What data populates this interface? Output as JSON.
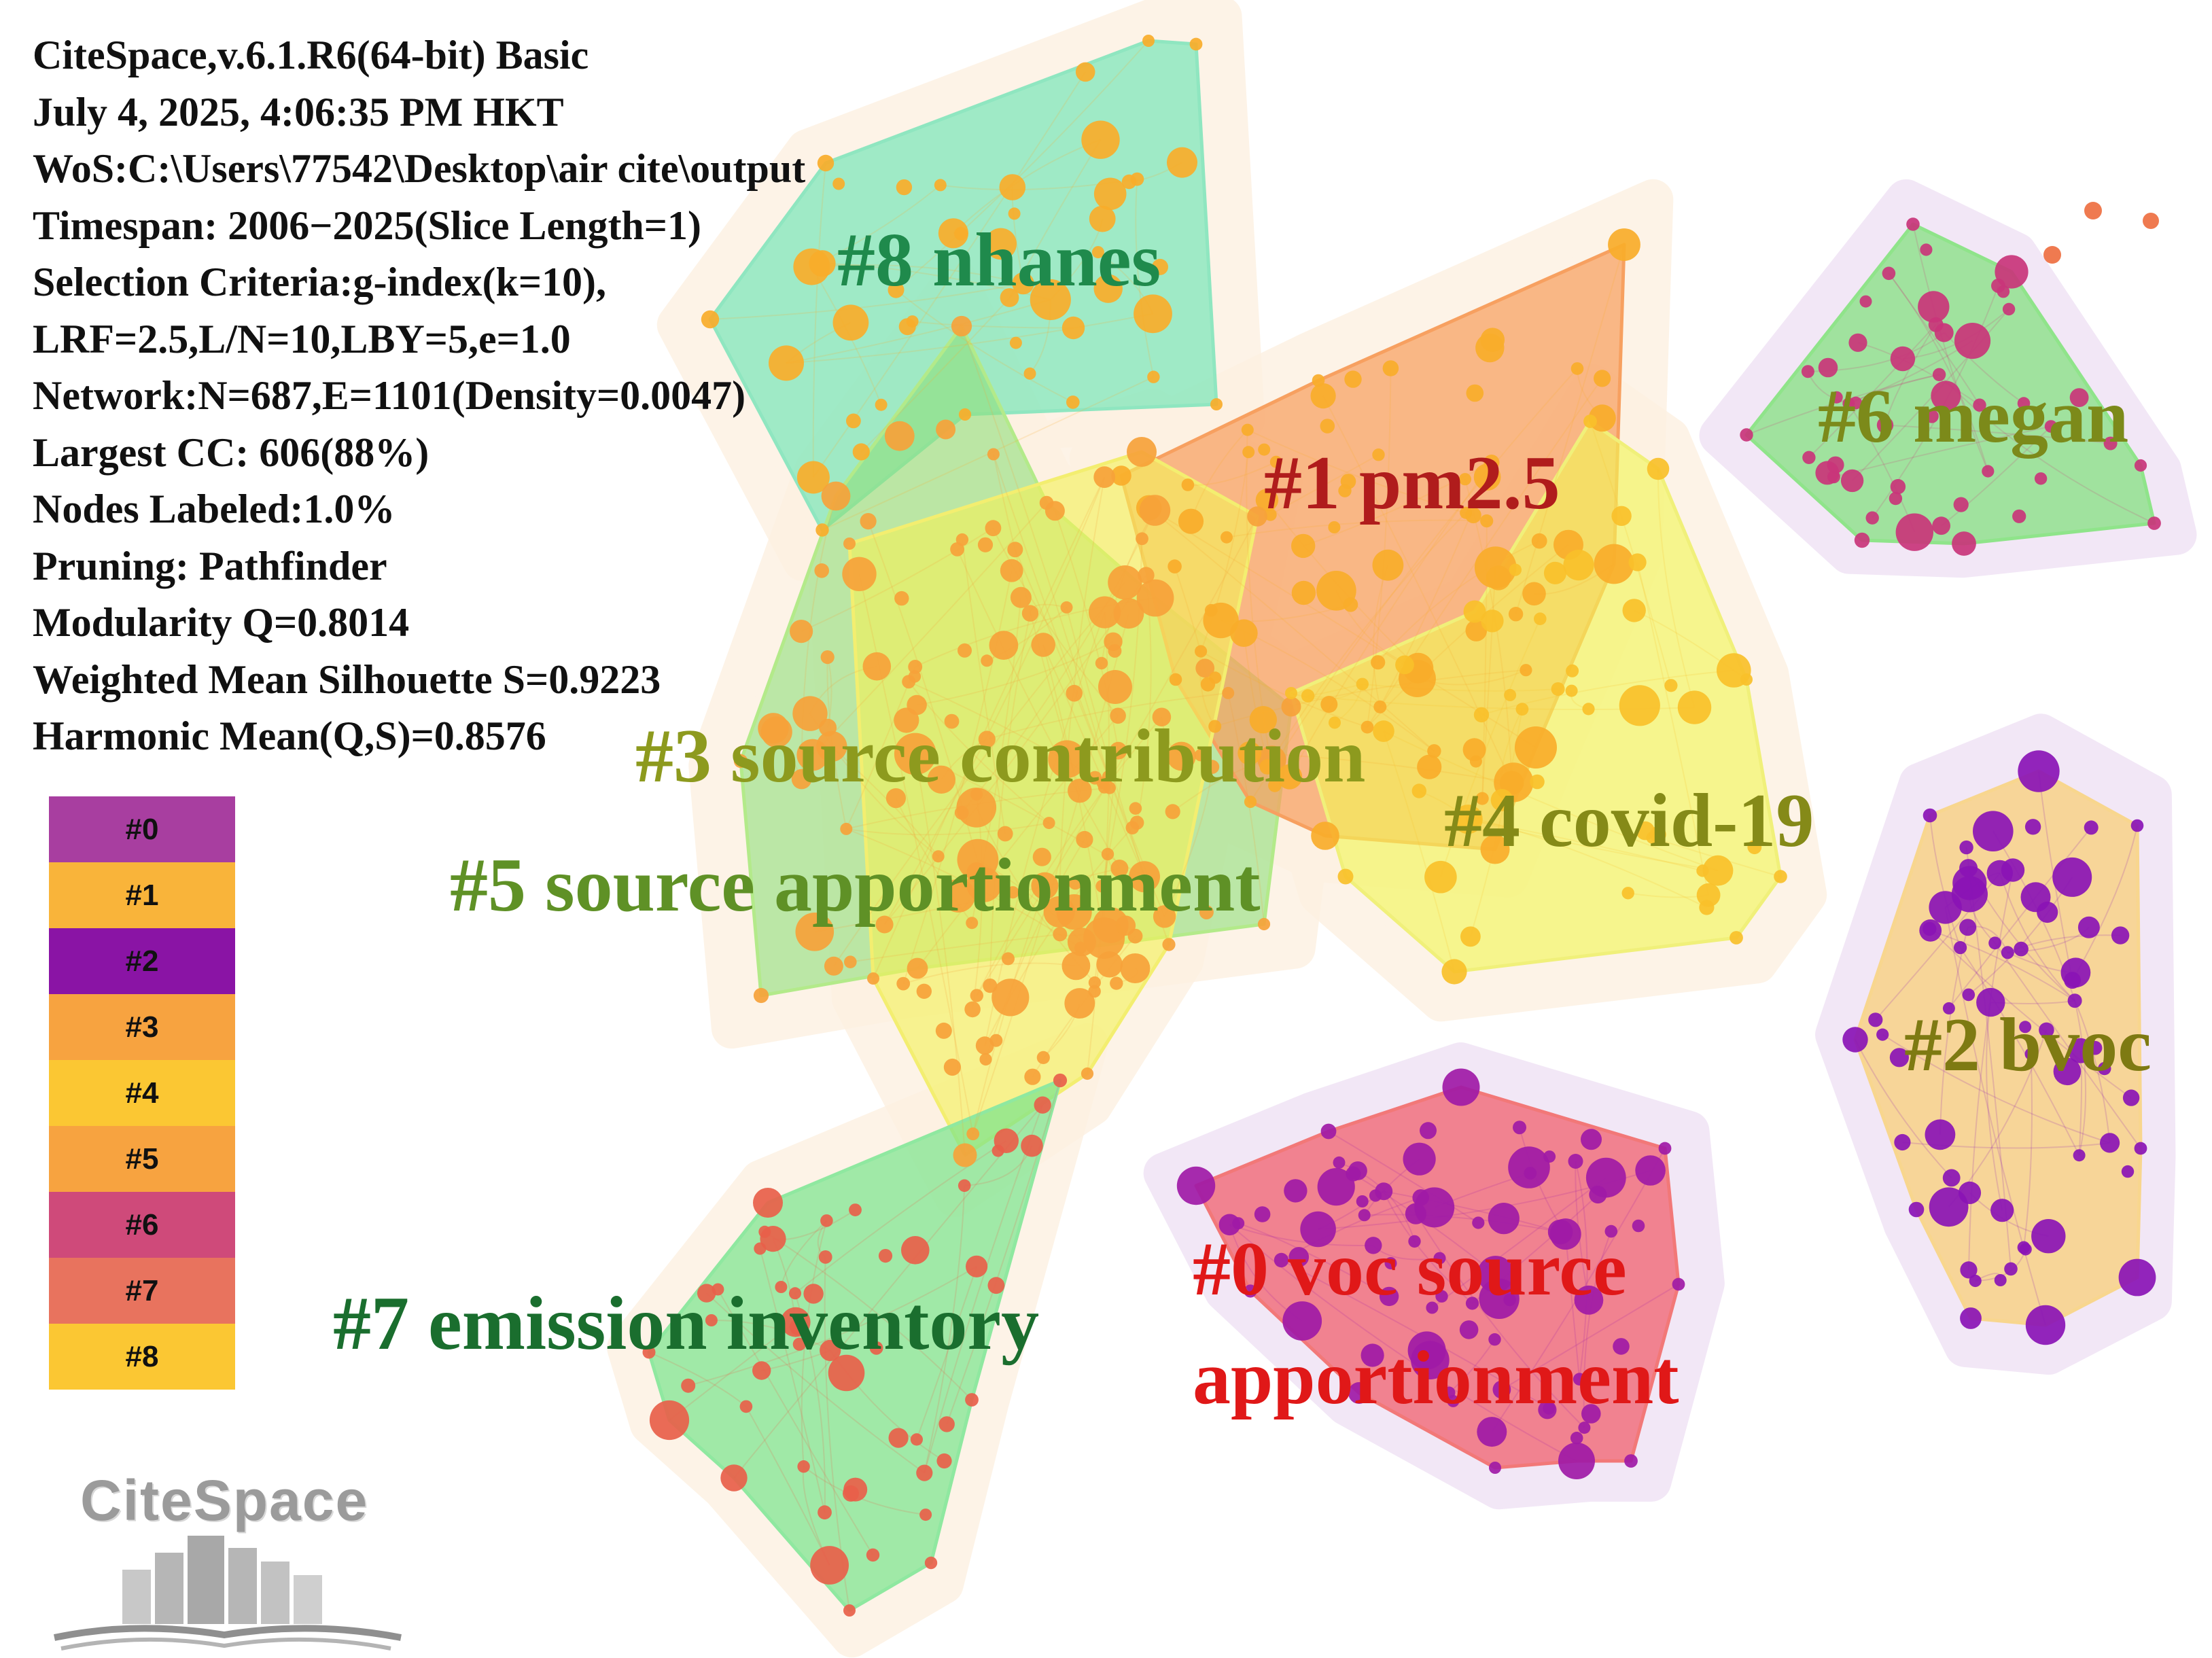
{
  "info_lines": [
    "CiteSpace,v.6.1.R6(64-bit) Basic",
    "July 4, 2025, 4:06:35 PM HKT",
    "WoS:C:\\Users\\77542\\Desktop\\air cite\\output",
    "Timespan: 2006−2025(Slice Length=1)",
    "Selection Criteria:g-index(k=10),",
    "LRF=2.5,L/N=10,LBY=5,e=1.0",
    "Network:N=687,E=1101(Density=0.0047)",
    "Largest CC: 606(88%)",
    "Nodes Labeled:1.0%",
    "Pruning: Pathfinder",
    "Modularity Q=0.8014",
    "Weighted Mean Silhouette S=0.9223",
    "Harmonic Mean(Q,S)=0.8576"
  ],
  "legend": [
    {
      "label": "#0",
      "color": "#a83ea0"
    },
    {
      "label": "#1",
      "color": "#f9b43a"
    },
    {
      "label": "#2",
      "color": "#8a14a5"
    },
    {
      "label": "#3",
      "color": "#f7a340"
    },
    {
      "label": "#4",
      "color": "#fbc733"
    },
    {
      "label": "#5",
      "color": "#f7a340"
    },
    {
      "label": "#6",
      "color": "#cf4a7a"
    },
    {
      "label": "#7",
      "color": "#e8735e"
    },
    {
      "label": "#8",
      "color": "#fbc733"
    }
  ],
  "clusters": [
    {
      "id": "c8",
      "label": "#8 nhanes",
      "label_color": "#1f8a4c",
      "fill": "#66e3b2",
      "stroke": "#8fe6c0",
      "node_color": "#f8ad2a",
      "opacity": 0.62
    },
    {
      "id": "c5",
      "label": "#5 source apportionment",
      "label_color": "#5f9126",
      "fill": "#8fe07c",
      "stroke": "#b3ea8a",
      "node_color": "#f6a23a",
      "opacity": 0.6
    },
    {
      "id": "c1",
      "label": "#1 pm2.5",
      "label_color": "#b01c1c",
      "fill": "#f7a060",
      "stroke": "#f7a060",
      "node_color": "#f8ad2a",
      "opacity": 0.72
    },
    {
      "id": "c3",
      "label": "#3 source contribution",
      "label_color": "#8d9a1e",
      "fill": "#f3f158",
      "stroke": "#f3ee70",
      "node_color": "#f6a23a",
      "opacity": 0.62
    },
    {
      "id": "c4",
      "label": "#4 covid-19",
      "label_color": "#858a18",
      "fill": "#f2f556",
      "stroke": "#f0f07a",
      "node_color": "#f8c02a",
      "opacity": 0.62
    },
    {
      "id": "c6",
      "label": "#6 megan",
      "label_color": "#7c8a1a",
      "fill": "#7fe07c",
      "stroke": "#8fe48a",
      "node_color": "#c9357a",
      "opacity": 0.72
    },
    {
      "id": "c2",
      "label": "#2 bvoc",
      "label_color": "#7e7a12",
      "fill": "#f8cf7e",
      "stroke": "#f8d68e",
      "node_color": "#8a14b5",
      "opacity": 0.78
    },
    {
      "id": "c0",
      "label": "#0 voc source apportionment",
      "label_color": "#e01818",
      "fill": "#f0606e",
      "stroke": "#f27878",
      "node_color": "#a01aa6",
      "opacity": 0.75
    },
    {
      "id": "c7",
      "label": "#7 emission inventory",
      "label_color": "#1a6e2e",
      "fill": "#77e48c",
      "stroke": "#8fe8a0",
      "node_color": "#e8604a",
      "opacity": 0.7
    }
  ],
  "logo": {
    "text": "CiteSpace"
  }
}
